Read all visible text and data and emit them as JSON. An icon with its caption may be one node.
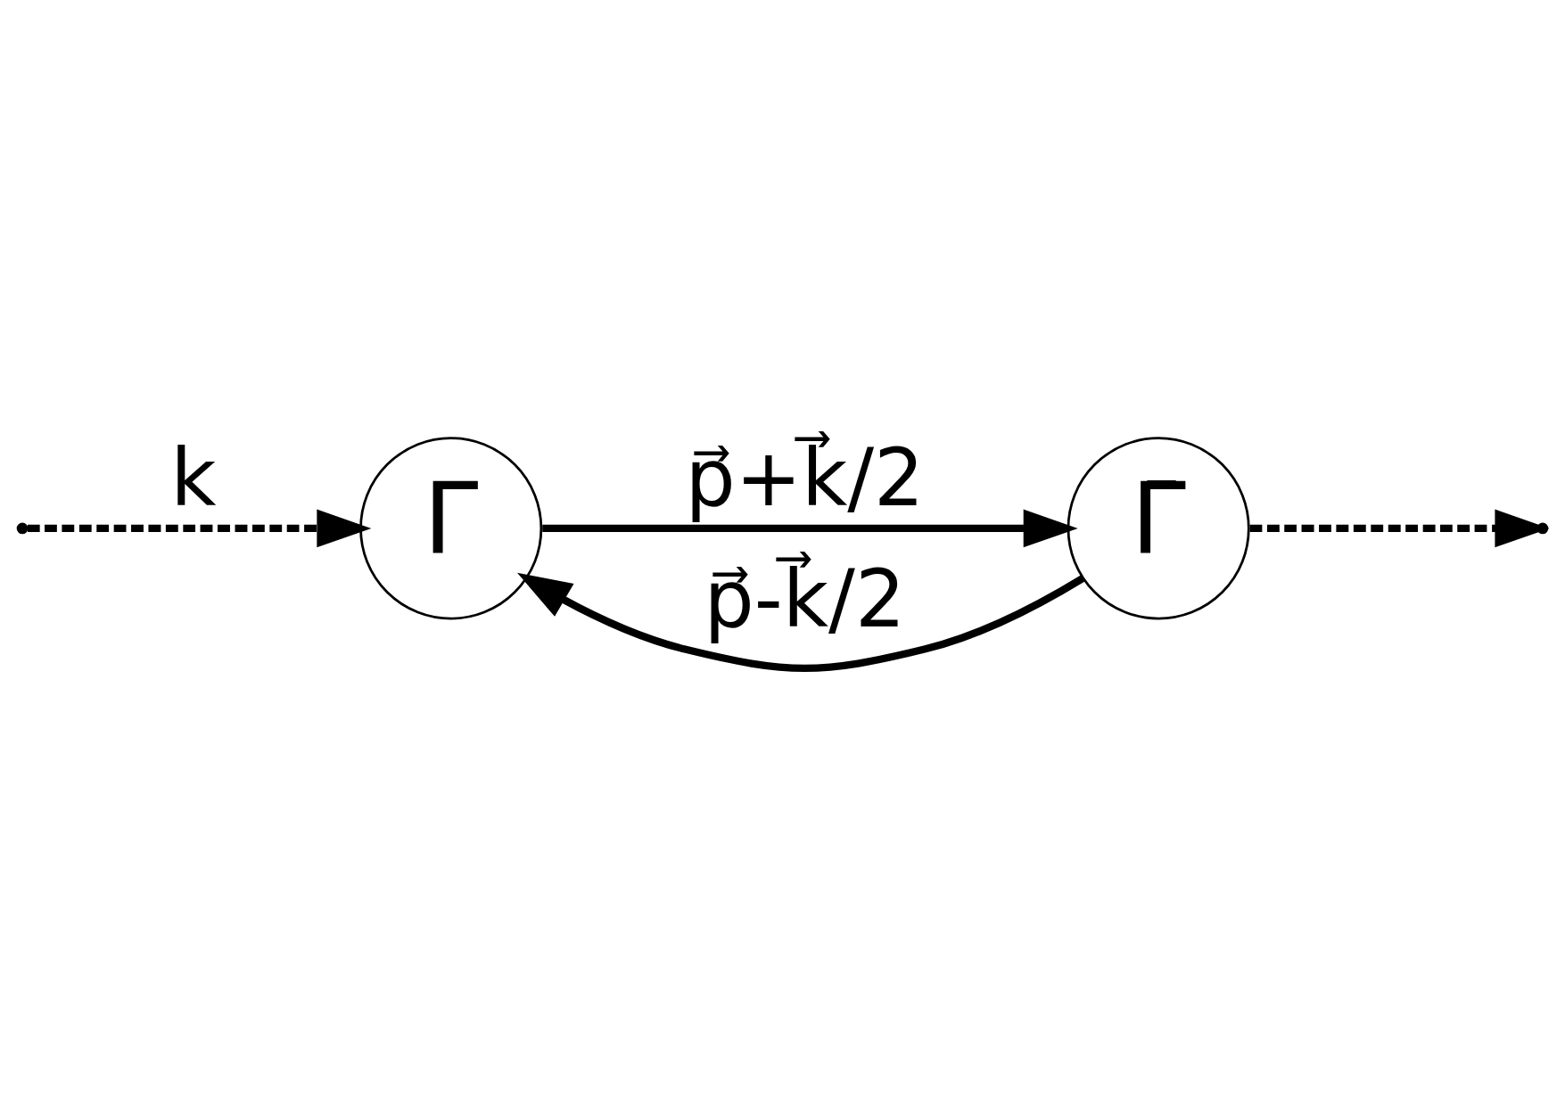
{
  "diagram": {
    "nodes": [
      {
        "text": [
          "Γ"
        ]
      },
      {
        "text": [
          "Γ̄"
        ]
      }
    ],
    "edges": [
      {
        "from": null,
        "to": 0,
        "arrow": "to",
        "style": "dashed",
        "label": "k"
      },
      {
        "from": 0,
        "to": 1,
        "arrow": "to",
        "label": "p⃗+k⃗/2"
      },
      {
        "from": 1,
        "to": 0,
        "arrow": "to",
        "label": "p⃗-k⃗/2"
      },
      {
        "from": 1,
        "to": null,
        "arrow": "to",
        "style": "dashed"
      }
    ]
  }
}
